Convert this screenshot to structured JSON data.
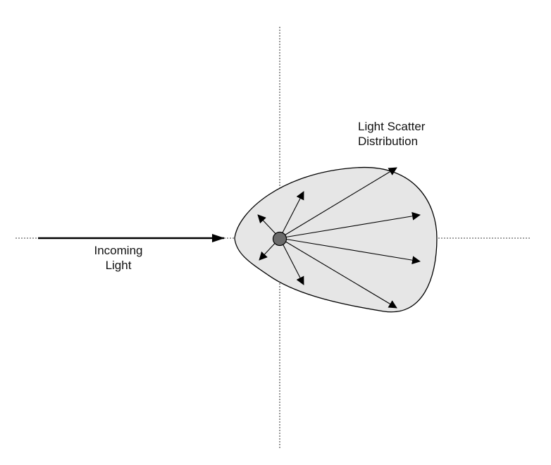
{
  "incoming_light": {
    "line1": "Incoming",
    "line2": "Light"
  },
  "scatter_distribution": {
    "line1": "Light Scatter",
    "line2": "Distribution"
  },
  "colors": {
    "lobe_fill": "#e6e6e6",
    "stroke": "#000000",
    "particle": "#6b6b6b"
  }
}
